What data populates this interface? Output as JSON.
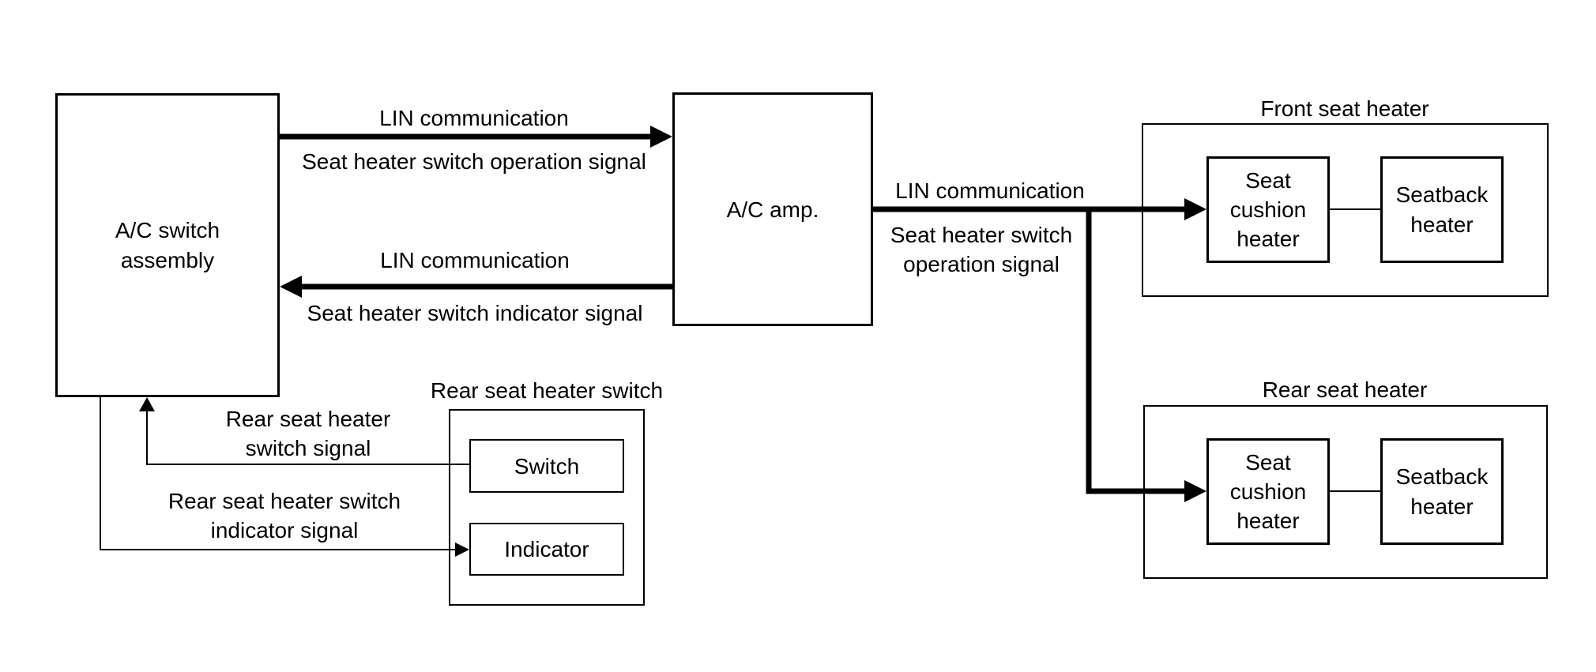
{
  "diagram": {
    "background": "#ffffff",
    "line_color": "#000000",
    "nodes": {
      "ac_switch_assembly": {
        "lines": [
          "A/C switch",
          "assembly"
        ]
      },
      "ac_amp": {
        "label": "A/C amp."
      },
      "front_seat_heater": {
        "title": "Front seat heater",
        "seat_cushion_heater": {
          "lines": [
            "Seat",
            "cushion",
            "heater"
          ]
        },
        "seatback_heater": {
          "lines": [
            "Seatback",
            "heater"
          ]
        }
      },
      "rear_seat_heater": {
        "title": "Rear seat heater",
        "seat_cushion_heater": {
          "lines": [
            "Seat",
            "cushion",
            "heater"
          ]
        },
        "seatback_heater": {
          "lines": [
            "Seatback",
            "heater"
          ]
        }
      },
      "rear_seat_heater_switch": {
        "title": "Rear seat heater switch",
        "switch": {
          "label": "Switch"
        },
        "indicator": {
          "label": "Indicator"
        }
      }
    },
    "edges": {
      "lin_operation": {
        "title": "LIN communication",
        "caption": "Seat heater switch operation signal"
      },
      "lin_indicator": {
        "title": "LIN communication",
        "caption": "Seat heater switch indicator signal"
      },
      "lin_to_heaters": {
        "title": "LIN communication",
        "caption_lines": [
          "Seat heater switch",
          "operation signal"
        ]
      },
      "rear_switch_signal": {
        "lines": [
          "Rear seat heater",
          "switch signal"
        ]
      },
      "rear_indicator_signal": {
        "lines": [
          "Rear seat heater switch",
          "indicator signal"
        ]
      }
    }
  }
}
